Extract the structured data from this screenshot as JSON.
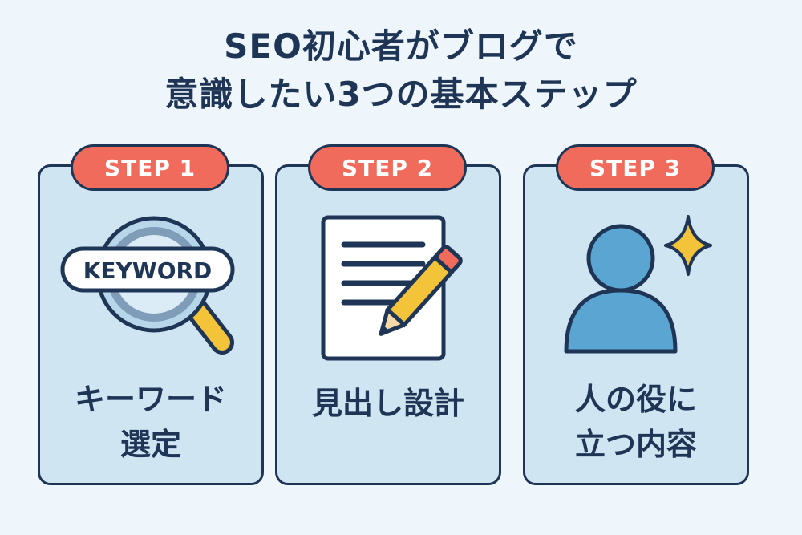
{
  "title": {
    "line1": "SEO初心者がブログで",
    "line2": "意識したい3つの基本ステップ"
  },
  "steps": [
    {
      "badge": "STEP 1",
      "icon": "magnifier-keyword-icon",
      "icon_text": "KEYWORD",
      "label_line1": "キーワード",
      "label_line2": "選定"
    },
    {
      "badge": "STEP 2",
      "icon": "document-pencil-icon",
      "label_line1": "見出し設計",
      "label_line2": ""
    },
    {
      "badge": "STEP 3",
      "icon": "person-sparkle-icon",
      "label_line1": "人の役に",
      "label_line2": "立つ内容"
    }
  ],
  "colors": {
    "background": "#eef6fb",
    "card": "#cfe5f2",
    "badge": "#f06b5b",
    "outline": "#1f3556",
    "accent_yellow": "#f3c33a",
    "person_blue": "#5aa5d1"
  }
}
